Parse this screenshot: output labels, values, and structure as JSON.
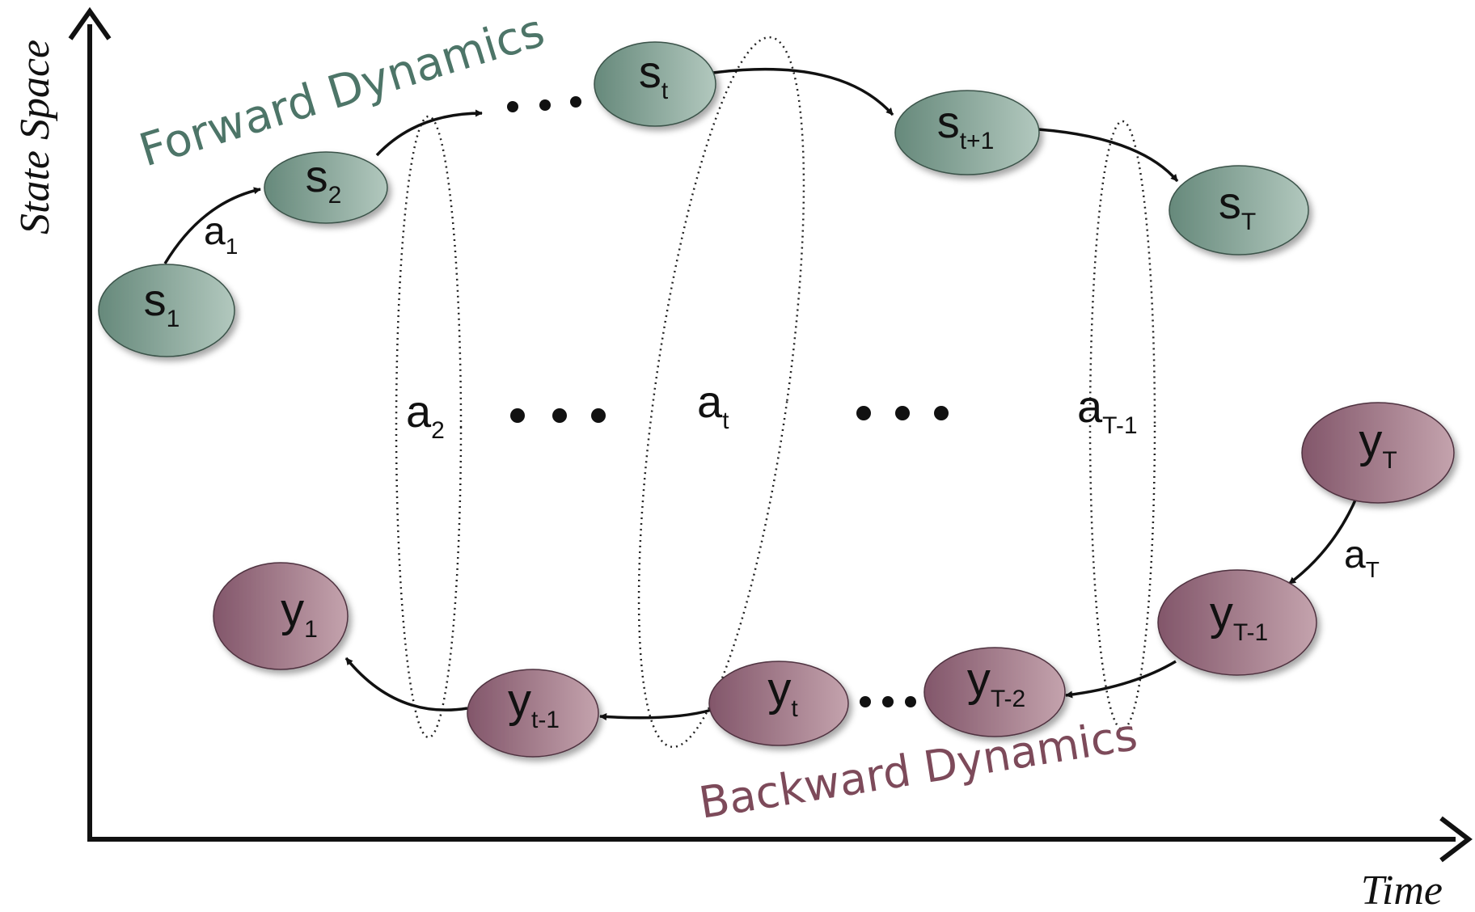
{
  "axes": {
    "x_label": "Time",
    "y_label": "State Space"
  },
  "titles": {
    "forward": "Forward Dynamics",
    "backward": "Backward Dynamics"
  },
  "colors": {
    "forward_text": "#4d7568",
    "backward_text": "#7d4a5a",
    "forward_node_dark": "#66897b",
    "forward_node_light": "#b2c8be",
    "backward_node_dark": "#82566a",
    "backward_node_light": "#c4a3ad",
    "ink": "#111111"
  },
  "forward_states": [
    {
      "base": "s",
      "sub": "1"
    },
    {
      "base": "s",
      "sub": "2"
    },
    {
      "base": "s",
      "sub": "t"
    },
    {
      "base": "s",
      "sub": "t+1"
    },
    {
      "base": "s",
      "sub": "T"
    }
  ],
  "backward_states": [
    {
      "base": "y",
      "sub": "T"
    },
    {
      "base": "y",
      "sub": "T-1"
    },
    {
      "base": "y",
      "sub": "T-2"
    },
    {
      "base": "y",
      "sub": "t"
    },
    {
      "base": "y",
      "sub": "t-1"
    },
    {
      "base": "y",
      "sub": "1"
    }
  ],
  "actions": [
    {
      "base": "a",
      "sub": "1"
    },
    {
      "base": "a",
      "sub": "2"
    },
    {
      "base": "a",
      "sub": "t"
    },
    {
      "base": "a",
      "sub": "T-1"
    },
    {
      "base": "a",
      "sub": "T"
    }
  ],
  "ellipsis": "• • •"
}
